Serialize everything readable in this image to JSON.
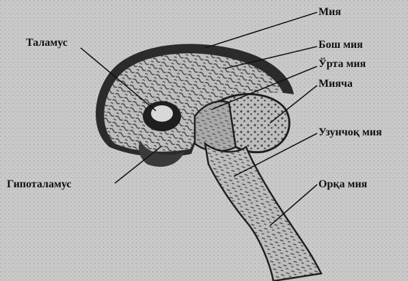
{
  "diagram": {
    "labels": {
      "miya": "Мия",
      "talamus": "Таламус",
      "bosh_miya": "Бош мия",
      "orta_miya": "Ўрта мия",
      "miyacha": "Мияча",
      "uzunchoq_miya": "Узунчоқ мия",
      "gipotalamus": "Гипоталамус",
      "orqa_miya": "Орқа мия"
    },
    "colors": {
      "background": "#c9c9c9",
      "ink": "#111111",
      "tissue": "#b8b8b8"
    }
  }
}
